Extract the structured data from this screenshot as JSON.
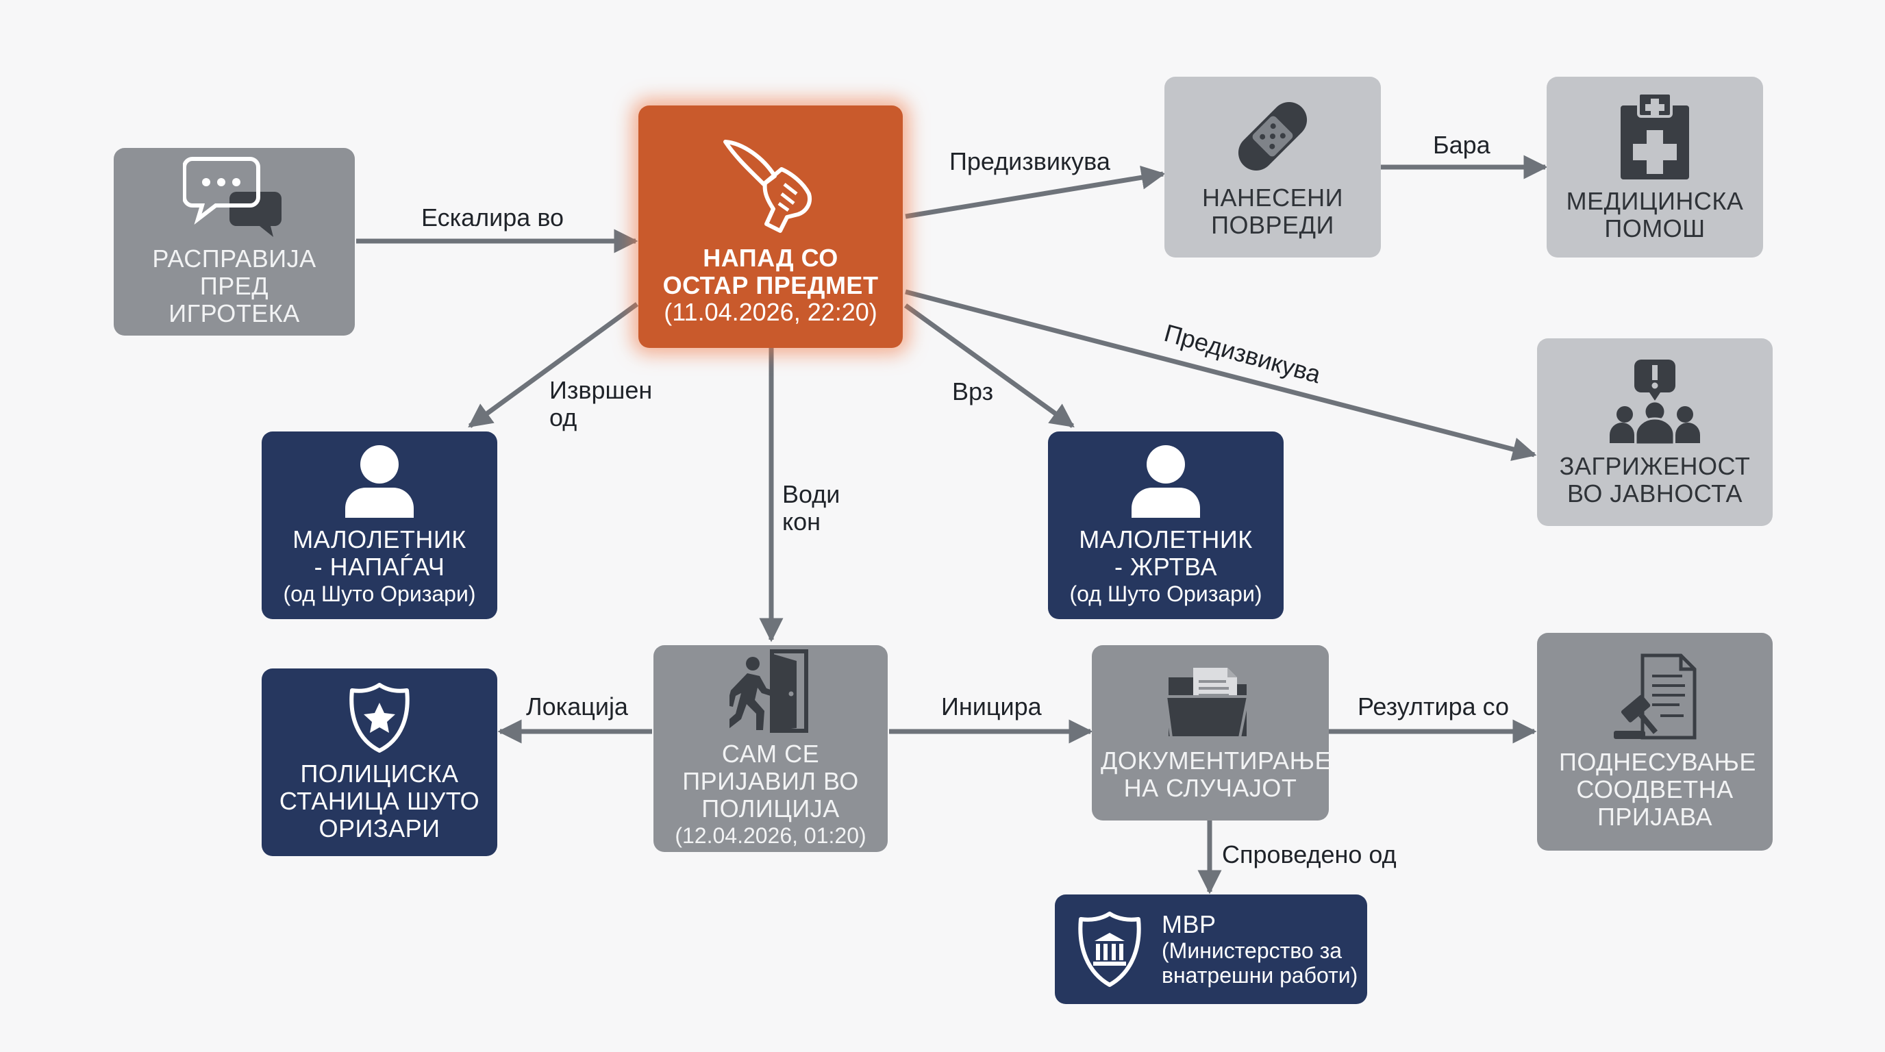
{
  "colors": {
    "accent": "#c95a2c",
    "navy": "#26375f",
    "gray": "#8e9196",
    "light_gray": "#c3c5c9",
    "arrow": "#6e737a"
  },
  "nodes": {
    "dispute": {
      "title": "РАСПРАВИЈА ПРЕД ИГРОТЕКА",
      "icon": "chat-bubbles-icon"
    },
    "attack": {
      "title": "НАПАД СО ОСТАР ПРЕДМЕТ",
      "subtitle": "(11.04.2026, 22:20)",
      "icon": "knife-hand-icon"
    },
    "injuries": {
      "title": "НАНЕСЕНИ ПОВРЕДИ",
      "icon": "bandage-icon"
    },
    "medical": {
      "title": "МЕДИЦИНСКА ПОМОШ",
      "icon": "hospital-icon"
    },
    "public": {
      "title": "ЗАГРИЖЕНОСТ ВО ЈАВНОСТА",
      "icon": "concerned-people-icon"
    },
    "attacker": {
      "title": "МАЛОЛЕТНИК - НАПАЃАЧ",
      "subtitle": "(од Шуто Оризари)",
      "icon": "person-icon"
    },
    "victim": {
      "title": "МАЛОЛЕТНИК - ЖРТВА",
      "subtitle": "(од Шуто Оризари)",
      "icon": "person-icon"
    },
    "station": {
      "title": "ПОЛИЦИСКА СТАНИЦА ШУТО ОРИЗАРИ",
      "icon": "police-badge-icon"
    },
    "surrender": {
      "title": "САМ СЕ ПРИЈАВИЛ ВО ПОЛИЦИЈА",
      "subtitle": "(12.04.2026, 01:20)",
      "icon": "door-walk-icon"
    },
    "documentation": {
      "title": "ДОКУМЕНТИРАЊЕ НА СЛУЧАЈОТ",
      "icon": "folder-icon"
    },
    "report": {
      "title": "ПОДНЕСУВАЊЕ СООДВЕТНА ПРИЈАВА",
      "icon": "gavel-document-icon"
    },
    "mvr": {
      "title": "МВР",
      "subtitle": "(Министерство за внатрешни работи)",
      "icon": "government-shield-icon"
    }
  },
  "edges": {
    "escalates": "Ескалира во",
    "causes_1": "Предизвикува",
    "requires": "Бара",
    "causes_2": "Предизвикува",
    "perpetrated_by": "Извршен од",
    "leads_to": "Води кон",
    "against": "Врз",
    "location": "Локација",
    "initiates": "Иницира",
    "results_in": "Резултира со",
    "conducted_by": "Спроведено од"
  }
}
